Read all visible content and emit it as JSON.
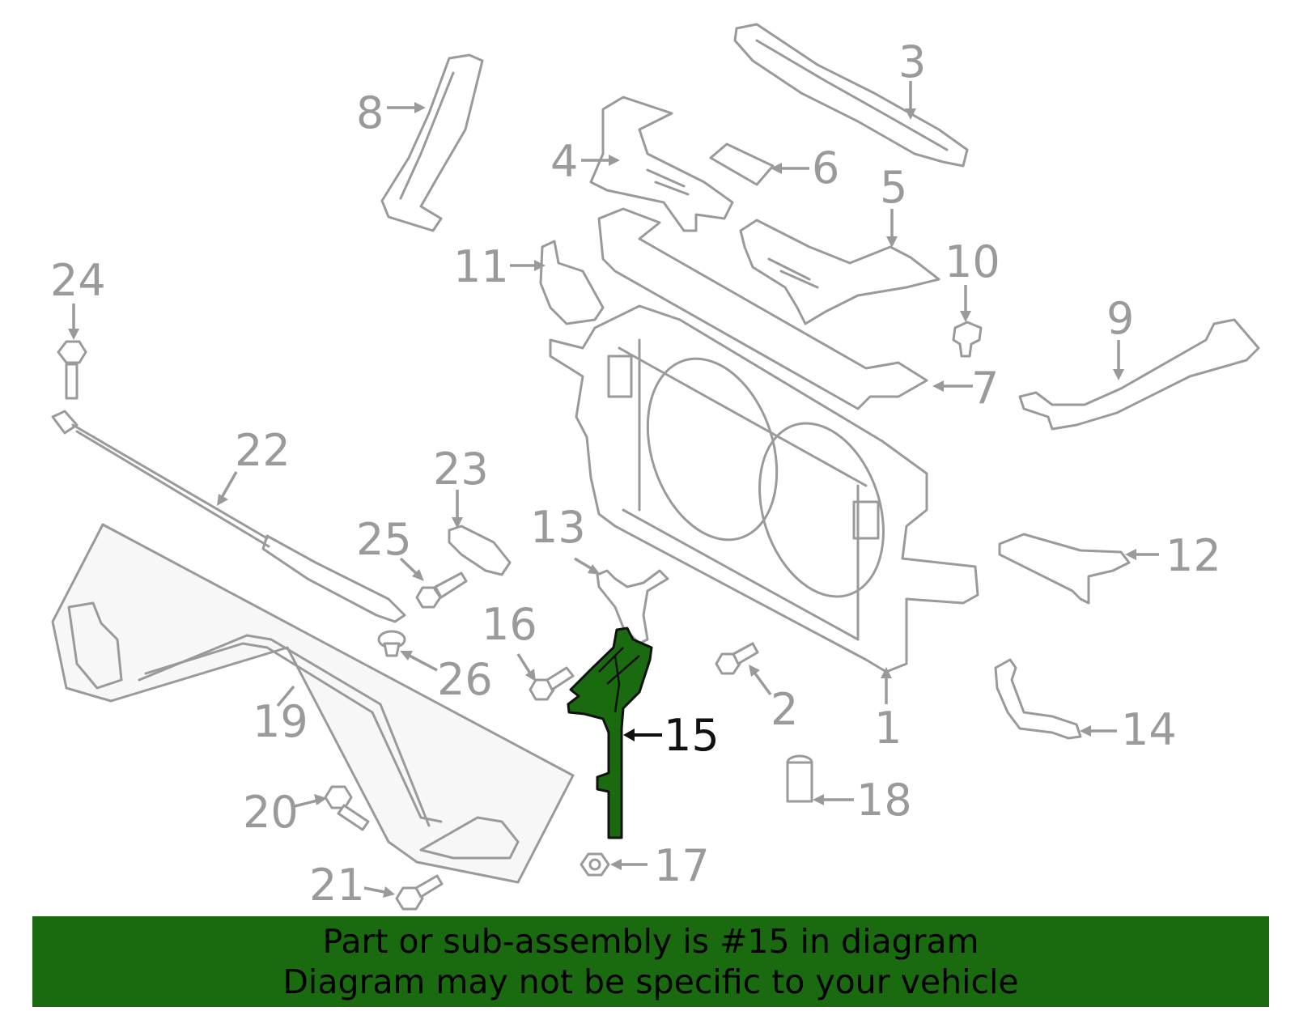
{
  "diagram": {
    "highlight_color": "#1a6b10",
    "part_color": "#9a9a9a",
    "highlighted_part": "15",
    "labels": {
      "p1": "1",
      "p2": "2",
      "p3": "3",
      "p4": "4",
      "p5": "5",
      "p6": "6",
      "p7": "7",
      "p8": "8",
      "p9": "9",
      "p10": "10",
      "p11": "11",
      "p12": "12",
      "p13": "13",
      "p14": "14",
      "p15": "15",
      "p16": "16",
      "p17": "17",
      "p18": "18",
      "p19": "19",
      "p20": "20",
      "p21": "21",
      "p22": "22",
      "p23": "23",
      "p24": "24",
      "p25": "25",
      "p26": "26"
    }
  },
  "banner": {
    "line1": "Part or sub-assembly is #15 in diagram",
    "line2": "Diagram may not be specific to your vehicle",
    "background": "#1a6b10"
  }
}
